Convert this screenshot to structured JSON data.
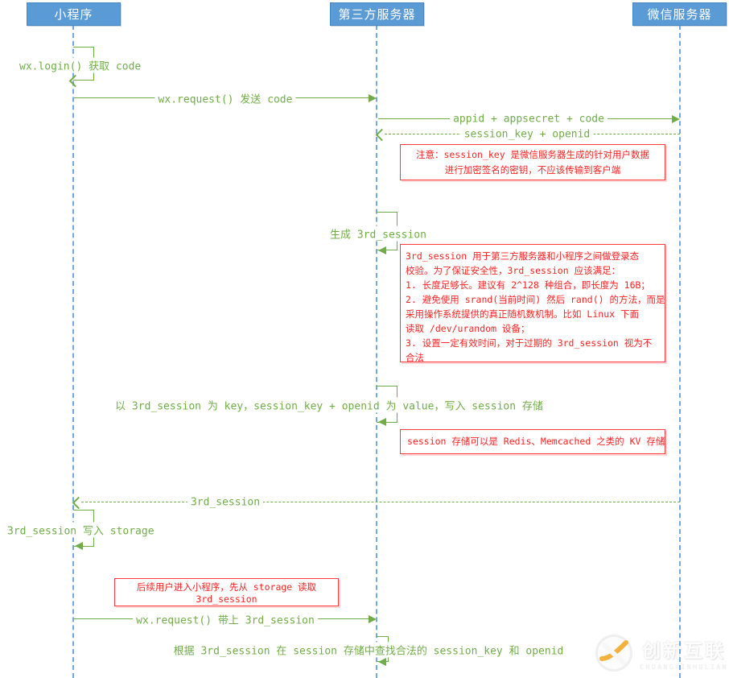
{
  "actors": [
    {
      "label": "小程序"
    },
    {
      "label": "第三方服务器"
    },
    {
      "label": "微信服务器"
    }
  ],
  "messages": {
    "login_self": "wx.login() 获取 code",
    "request_code": "wx.request() 发送 code",
    "appid_appsecret": "appid + appsecret + code",
    "session_key_return": "session_key + openid",
    "gen_session": "生成 3rd_session",
    "write_session": "以 3rd_session 为 key，session_key + openid 为 value，写入 session 存储",
    "session_return": "3rd_session",
    "write_storage": "3rd_session 写入 storage",
    "request_with_session": "wx.request() 带上 3rd_session",
    "lookup": "根据 3rd_session 在 session 存储中查找合法的 session_key 和 openid"
  },
  "notes": {
    "session_key_note": [
      "注意：session_key 是微信服务器生成的针对用户数据",
      "进行加密签名的密钥，不应该传输到客户端"
    ],
    "third_session_note": [
      "3rd_session 用于第三方服务器和小程序之间做登录态",
      "校验。为了保证安全性，3rd_session 应该满足：",
      "1. 长度足够长。建议有 2^128 种组合，即长度为 16B；",
      "2. 避免使用 srand(当前时间) 然后 rand() 的方法，而是",
      "采用操作系统提供的真正随机数机制。比如 Linux 下面",
      "读取 /dev/urandom 设备；",
      "3. 设置一定有效时间，对于过期的 3rd_session 视为不",
      "合法"
    ],
    "kv_note": "session 存储可以是 Redis、Memcached 之类的 KV 存储",
    "storage_note": [
      "后续用户进入小程序，先从 storage 读取",
      "3rd_session"
    ]
  },
  "watermark": {
    "brand": "创新互联",
    "brand_sub": "CHUANGXINHULIAN"
  },
  "colors": {
    "actor_blue": "#5B9BD5",
    "lifeline_blue": "#74A9DD",
    "arrow_green": "#70AD47",
    "note_red": "#FF2222"
  },
  "icons": {
    "watermark_logo": "brand-circle-x-swoosh-icon"
  }
}
